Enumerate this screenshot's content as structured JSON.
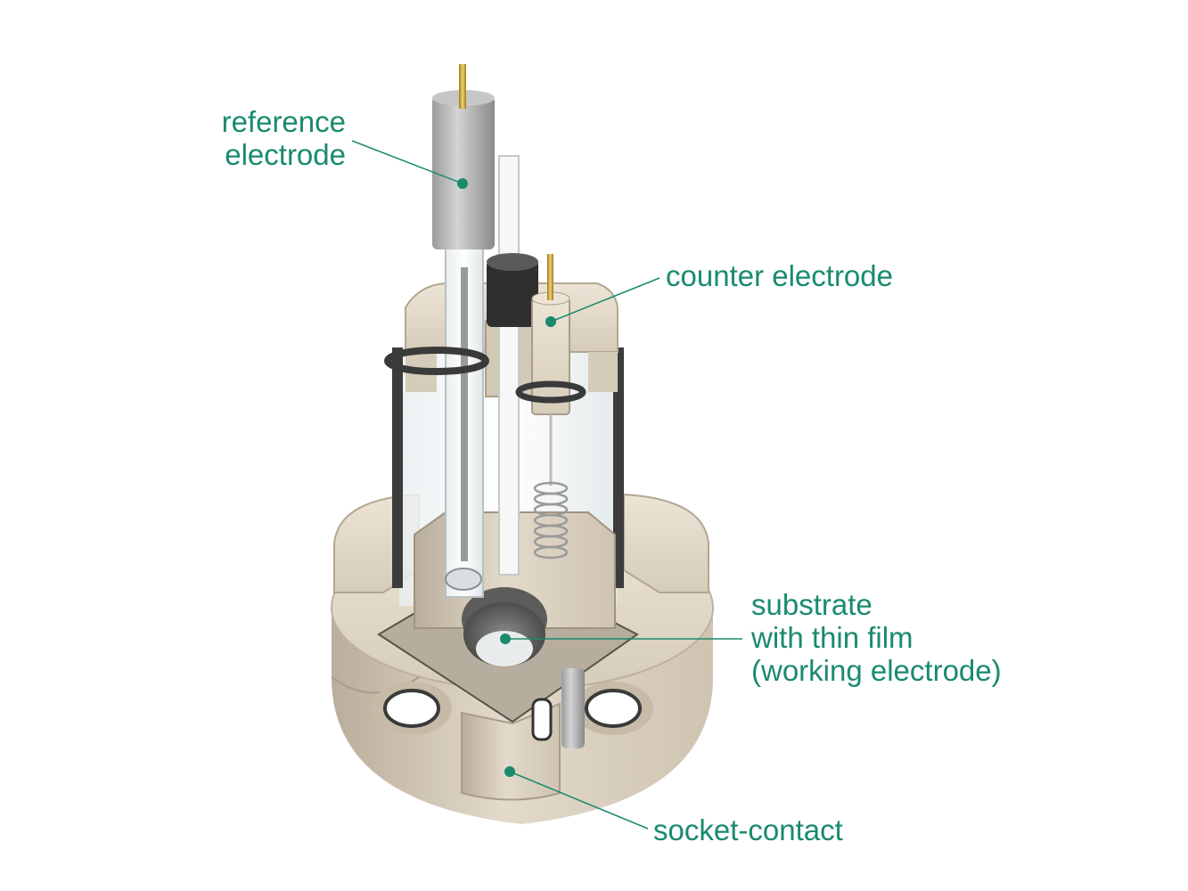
{
  "accent_color": "#1a8a6e",
  "labels": {
    "reference": [
      "reference",
      "electrode"
    ],
    "counter": [
      "counter electrode"
    ],
    "substrate": [
      "substrate",
      "with thin film",
      "(working electrode)"
    ],
    "socket": [
      "socket-contact"
    ]
  },
  "components": {
    "reference_electrode": "reference electrode body",
    "counter_electrode": "counter electrode body",
    "working_electrode": "substrate well",
    "socket_contact": "socket contact block"
  }
}
